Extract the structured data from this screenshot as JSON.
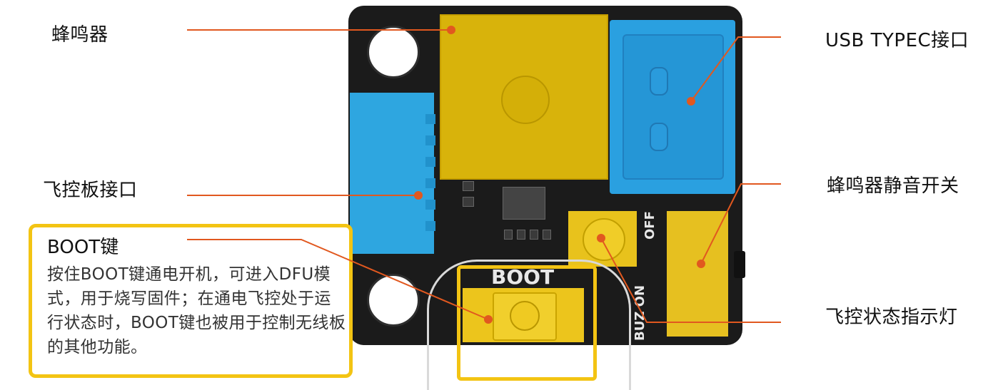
{
  "labels": {
    "buzzer": "蜂鸣器",
    "usb": "USB TYPEC接口",
    "fc_interface": "飞控板接口",
    "mute_switch": "蜂鸣器静音开关",
    "status_led": "飞控状态指示灯"
  },
  "boot": {
    "title": "BOOT键",
    "description": "按住BOOT键通电开机，可进入DFU模式，用于烧写固件；在通电飞控处于运行状态时，BOOT键也被用于控制无线板的其他功能。"
  },
  "silkscreen": {
    "boot": "BOOT",
    "off": "OFF",
    "buz_on": "BUZ ON"
  },
  "colors": {
    "leader_line": "#e1581f",
    "highlight_yellow": "#f3c413",
    "connector_blue": "#2aa0e0",
    "pcb_black": "#1b1b1b"
  }
}
